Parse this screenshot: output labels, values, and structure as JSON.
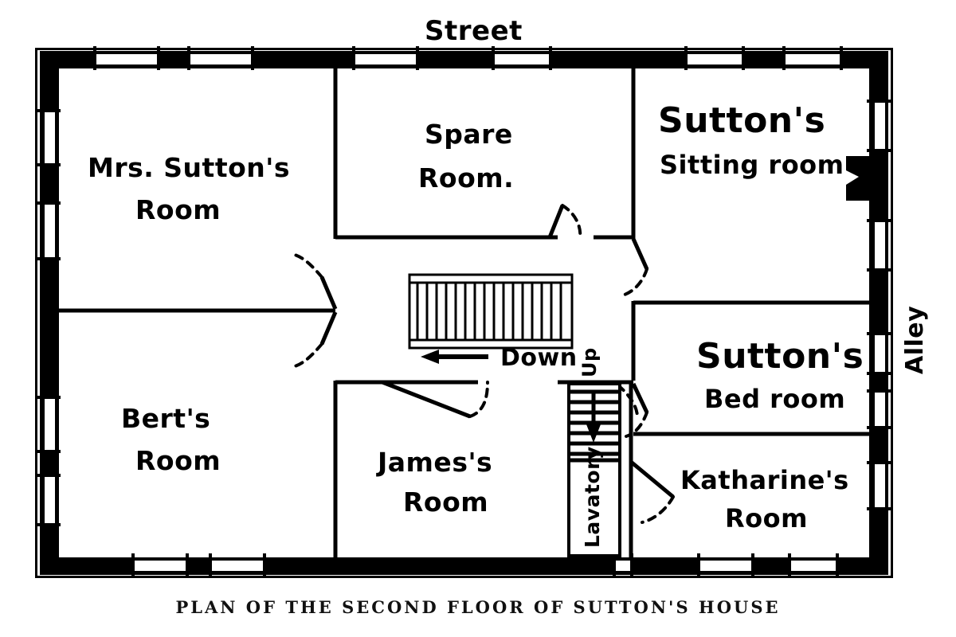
{
  "figure": {
    "caption": "PLAN OF THE SECOND FLOOR OF SUTTON'S HOUSE",
    "exterior_labels": {
      "top": "Street",
      "right": "Alley"
    }
  },
  "rooms": [
    {
      "id": "mrs-sutton",
      "lines": [
        "Mrs. Sutton's",
        "Room"
      ]
    },
    {
      "id": "spare",
      "lines": [
        "Spare",
        "Room."
      ]
    },
    {
      "id": "sitting",
      "lines": [
        "Sutton's",
        "Sitting room"
      ]
    },
    {
      "id": "bert",
      "lines": [
        "Bert's",
        "Room"
      ]
    },
    {
      "id": "james",
      "lines": [
        "James's",
        "Room"
      ]
    },
    {
      "id": "bed",
      "lines": [
        "Sutton's",
        "Bed room"
      ]
    },
    {
      "id": "katharine",
      "lines": [
        "Katharine's",
        "Room"
      ]
    },
    {
      "id": "lavatory",
      "lines": [
        "Lavatory"
      ]
    }
  ],
  "stairs": {
    "main_label": "Down",
    "back_label": "Up"
  },
  "colors": {
    "ink": "#000000",
    "paper": "#ffffff"
  }
}
